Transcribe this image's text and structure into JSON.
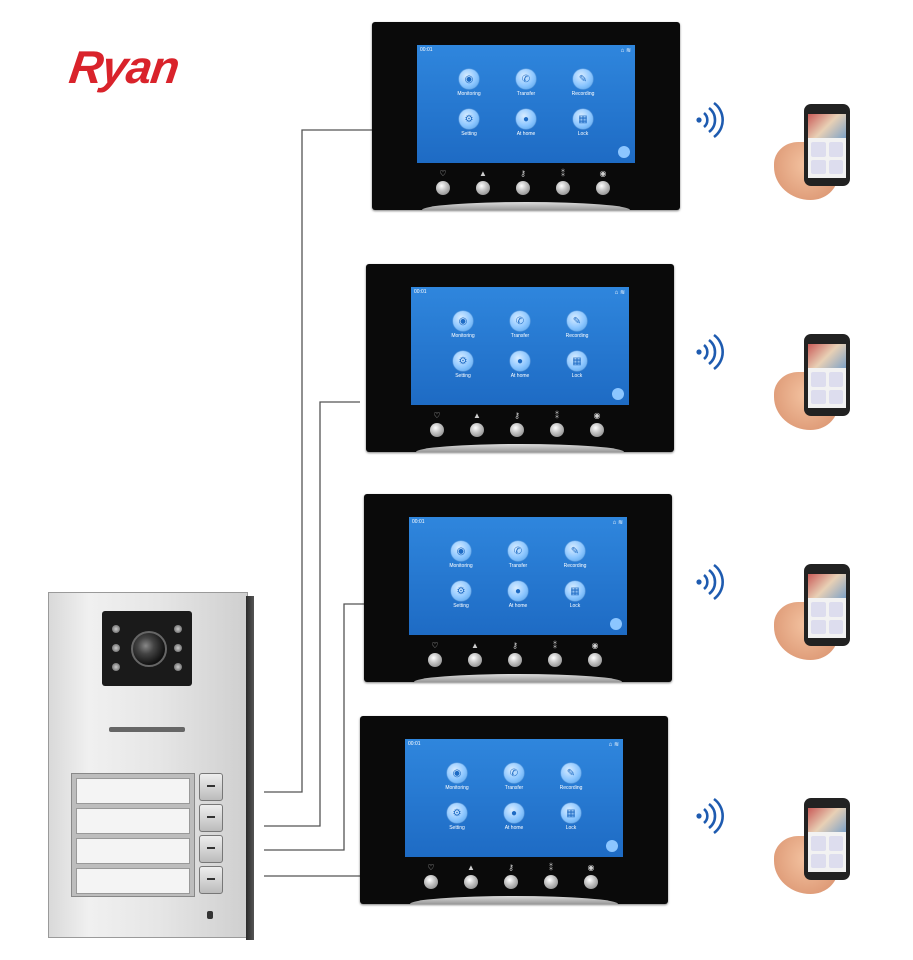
{
  "brand": {
    "logo_text": "Ryan",
    "color": "#d9232b"
  },
  "screen_ui": {
    "time": "00:01",
    "status_icons": "⌂ ≋",
    "apps": [
      {
        "label": "Monitoring",
        "icon": "monitoring-icon",
        "glyph": "◉"
      },
      {
        "label": "Transfer",
        "icon": "phone-icon",
        "glyph": "✆"
      },
      {
        "label": "Recording",
        "icon": "recording-icon",
        "glyph": "✎"
      },
      {
        "label": "Setting",
        "icon": "gear-icon",
        "glyph": "⚙"
      },
      {
        "label": "At home",
        "icon": "person-icon",
        "glyph": "●"
      },
      {
        "label": "Lock",
        "icon": "lock-icon",
        "glyph": "▦"
      }
    ],
    "hardware_keys": [
      {
        "name": "monitor-key",
        "symbol": "♡"
      },
      {
        "name": "talk-key",
        "symbol": "▲"
      },
      {
        "name": "unlock-key",
        "symbol": "⚷"
      },
      {
        "name": "intercom-key",
        "symbol": "⁑"
      },
      {
        "name": "menu-key",
        "symbol": "◉"
      }
    ]
  },
  "monitor_count": 4,
  "door_station": {
    "call_buttons": 4
  },
  "colors": {
    "screen": "#1e6bc4",
    "wifi": "#1e5bb0"
  }
}
